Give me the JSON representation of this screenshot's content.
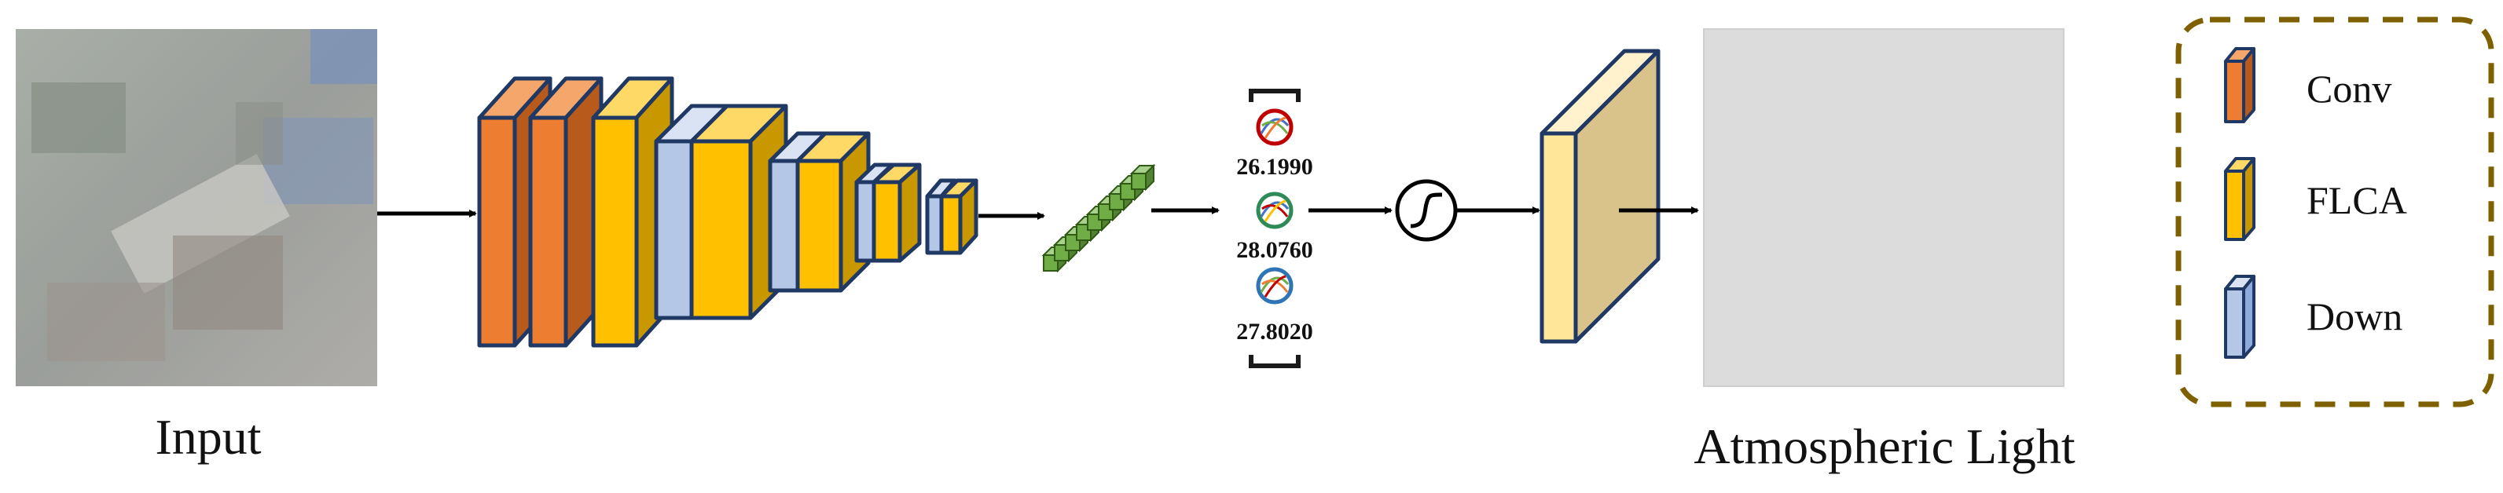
{
  "labels": {
    "input": "Input",
    "output": "Atmospheric Light"
  },
  "vector_values": [
    "26.1990",
    "28.0760",
    "27.8020"
  ],
  "legend": {
    "items": [
      {
        "label": "Conv",
        "color": "#ED7D31"
      },
      {
        "label": "FLCA",
        "color": "#FFC000"
      },
      {
        "label": "Down",
        "color": "#B4C7E7"
      }
    ]
  },
  "colors": {
    "conv": "#ED7D31",
    "flca": "#FFC000",
    "down": "#B4C7E7",
    "feature_vector": "#70AD47",
    "output_block": "#D9C38A",
    "outline": "#1F3864",
    "legend_border": "#7F6000",
    "output_panel": "#DCDCDC"
  }
}
